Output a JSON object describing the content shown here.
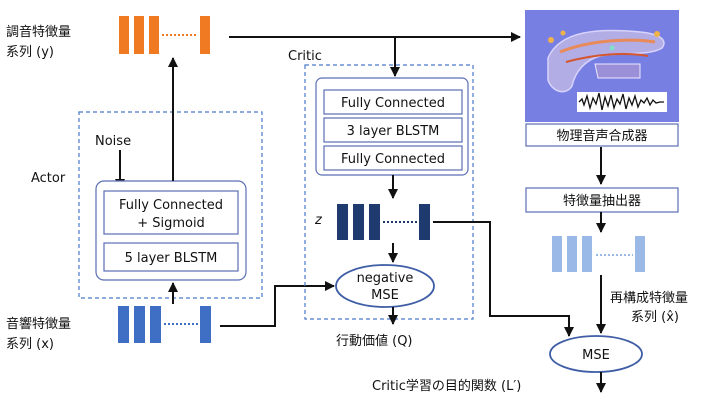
{
  "colors": {
    "orange": "#ef7a22",
    "navy": "#1f3a6e",
    "blue": "#3f6fc4",
    "light_blue": "#9bb9e6",
    "box_border": "#5a6fb5",
    "dashed_border": "#4a79c9"
  },
  "top_left": {
    "line1": "調音特徴量",
    "line2": "系列 (y)"
  },
  "bottom_left": {
    "line1": "音響特徴量",
    "line2": "系列 (x)"
  },
  "actor": {
    "label": "Actor",
    "noise": "Noise",
    "fc_line1": "Fully Connected",
    "fc_line2": "+ Sigmoid",
    "blstm": "5 layer BLSTM"
  },
  "critic": {
    "label": "Critic",
    "fc_top": "Fully Connected",
    "blstm": "3 layer BLSTM",
    "fc_bottom": "Fully Connected",
    "z_label": "z",
    "neg_mse_line1": "negative",
    "neg_mse_line2": "MSE",
    "action_value": "行動価値 (Q)"
  },
  "synth": {
    "label": "物理音声合成器"
  },
  "extractor": {
    "label": "特徴量抽出器"
  },
  "recon": {
    "line1": "再構成特徴量",
    "line2": "系列 (x̂)"
  },
  "mse": {
    "label": "MSE",
    "objective": "Critic学習の目的関数 (L′)"
  }
}
